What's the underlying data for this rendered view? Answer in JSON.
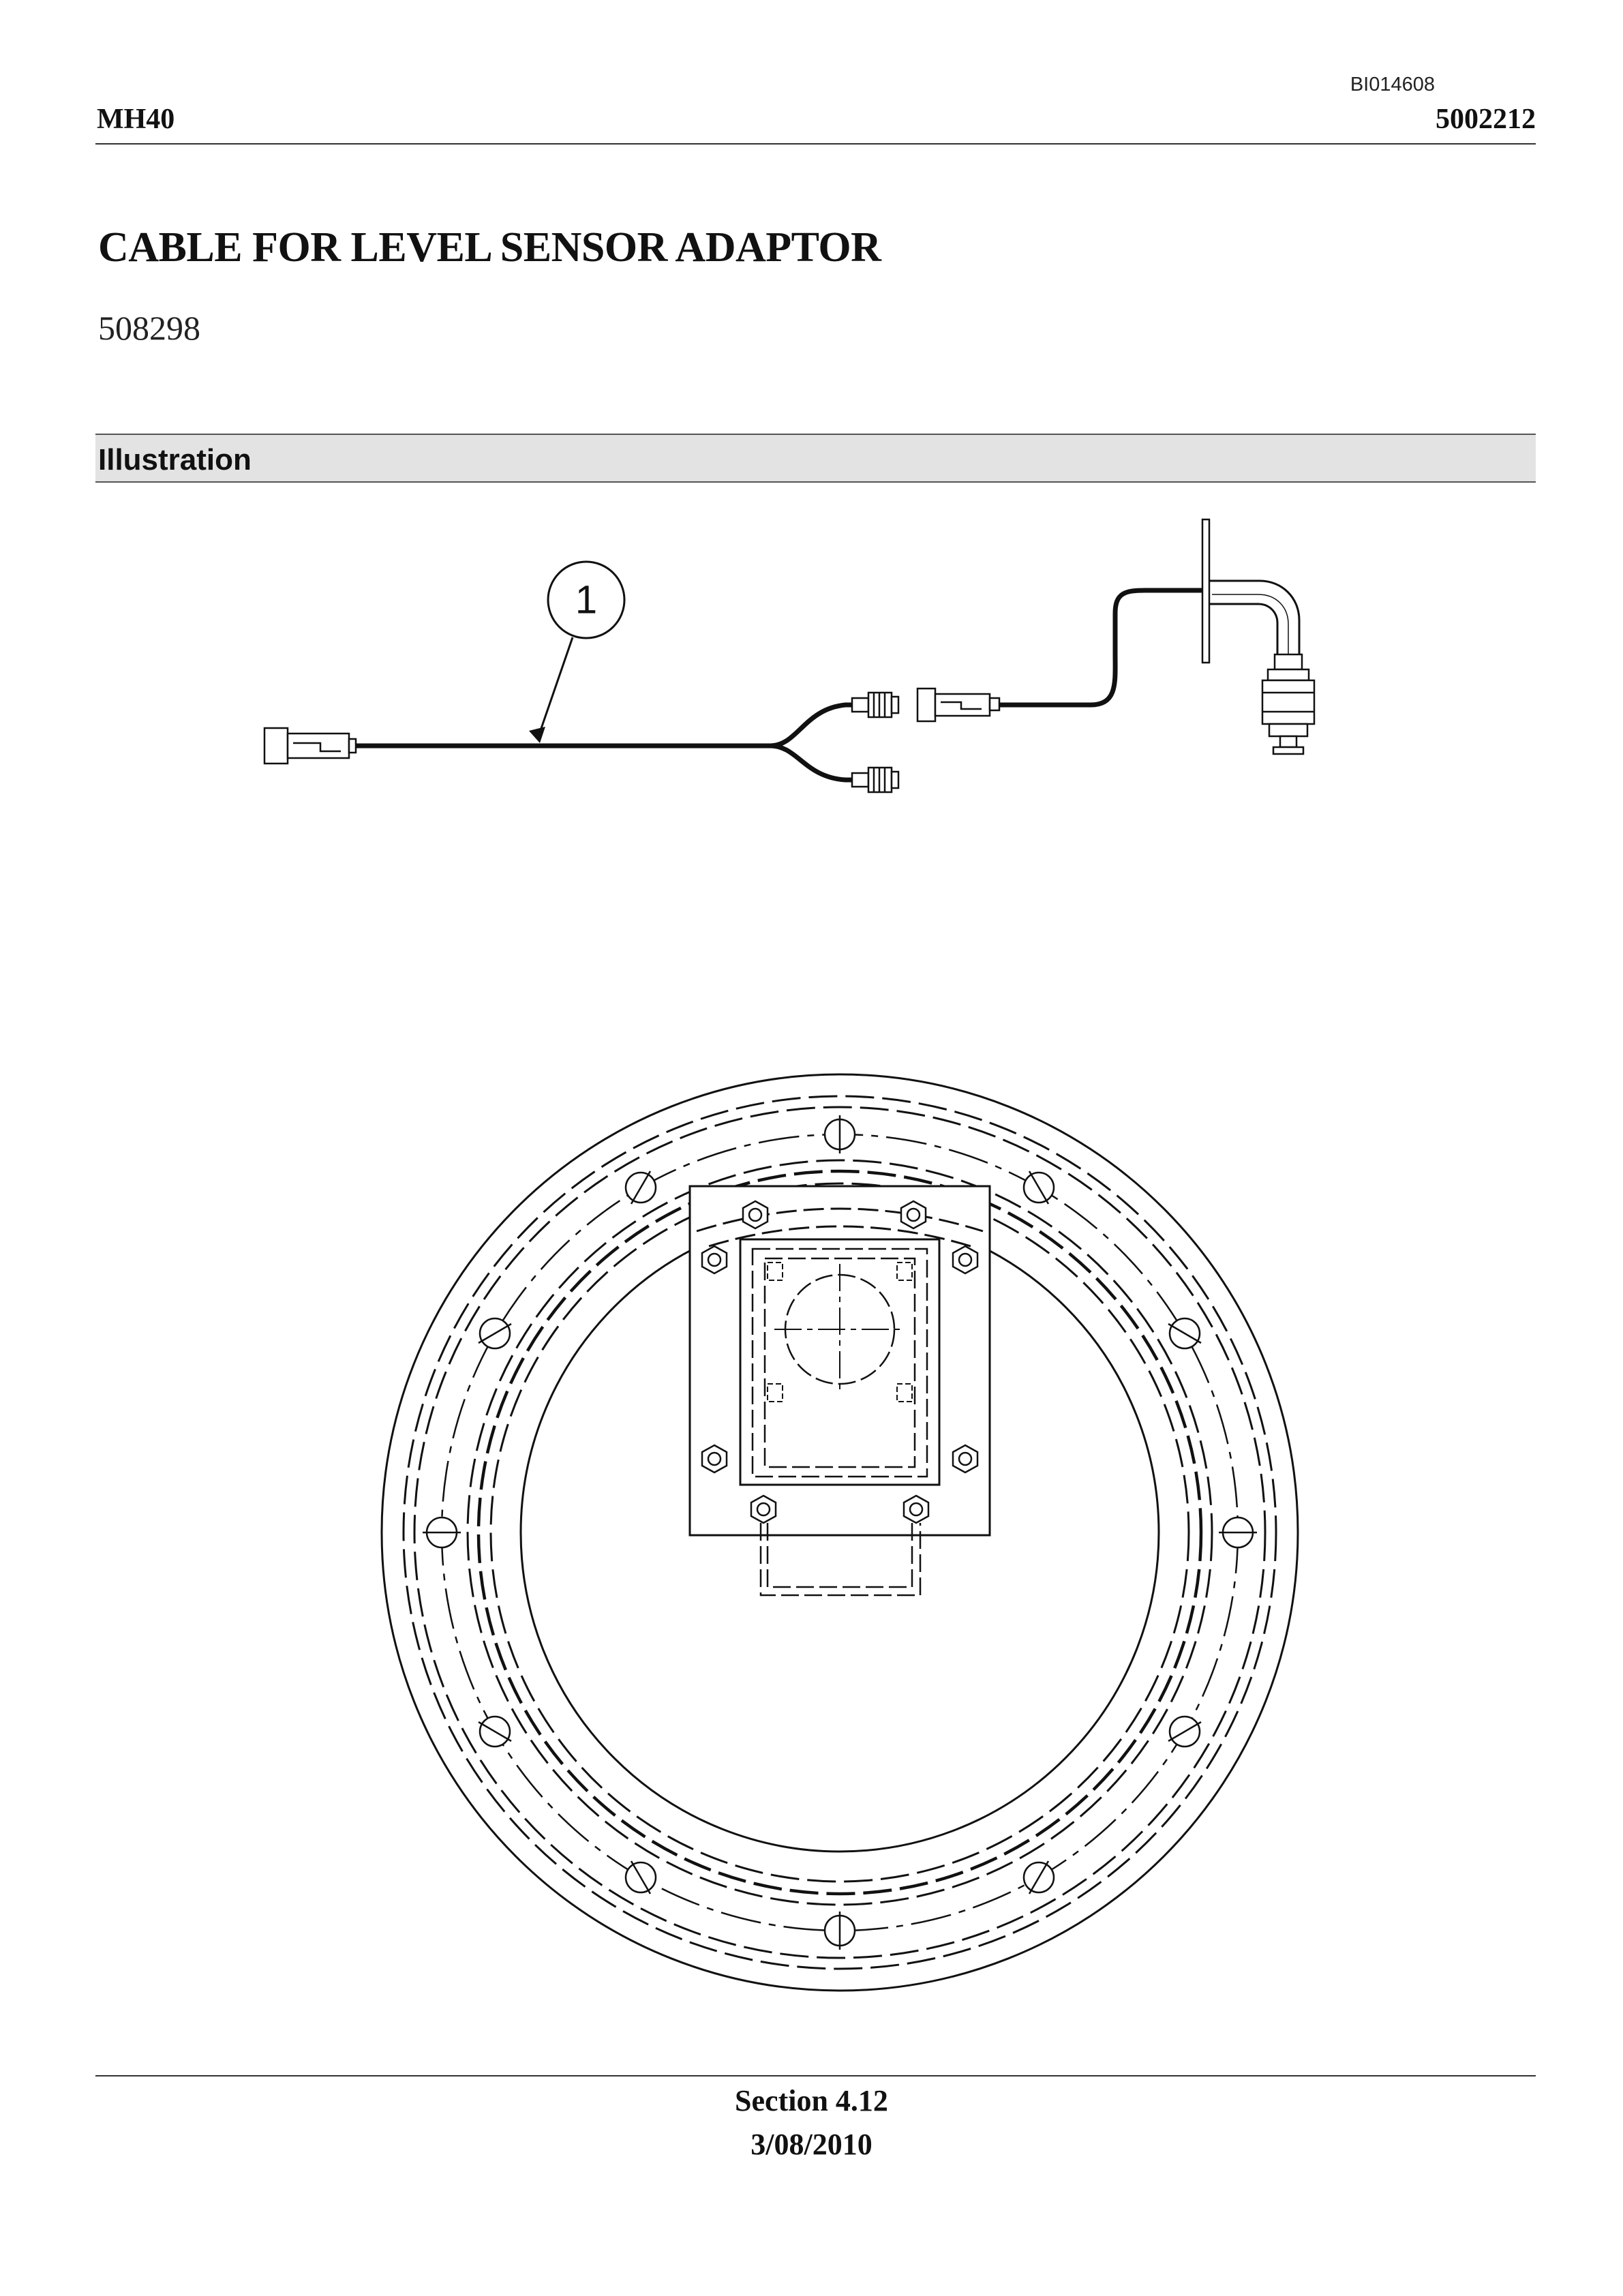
{
  "header": {
    "doc_code": "BI014608",
    "model": "MH40",
    "doc_number": "5002212"
  },
  "title": "CABLE FOR LEVEL SENSOR ADAPTOR",
  "part_number": "508298",
  "section_heading": "Illustration",
  "illustration": {
    "callout": "1"
  },
  "footer": {
    "section": "Section 4.12",
    "date": "3/08/2010"
  }
}
